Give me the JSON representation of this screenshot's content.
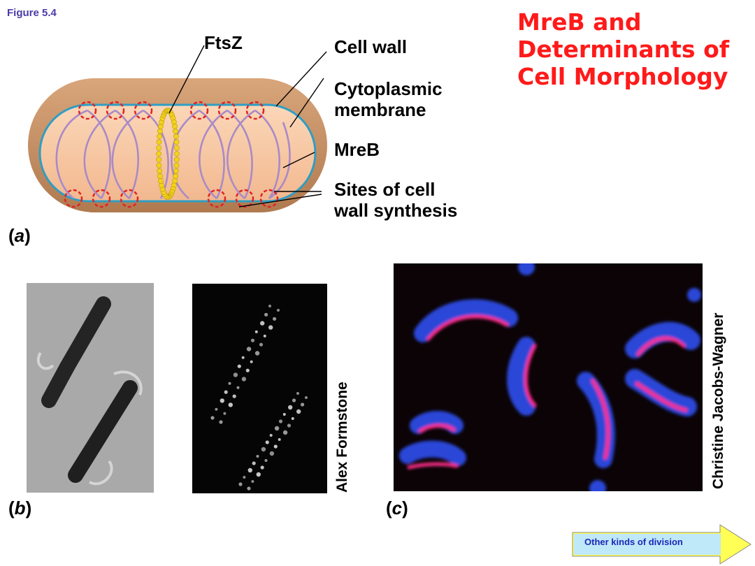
{
  "figure_label": "Figure 5.4",
  "title": {
    "line1": "MreB and",
    "line2": "Determinants of",
    "line3": "Cell Morphology"
  },
  "diagram": {
    "labels": {
      "ftsz": "FtsZ",
      "cell_wall": "Cell wall",
      "membrane_line1": "Cytoplasmic",
      "membrane_line2": "membrane",
      "mreb": "MreB",
      "sites_line1": "Sites of cell",
      "sites_line2": "wall synthesis"
    }
  },
  "panels": {
    "a": "a",
    "b": "b",
    "c": "c"
  },
  "credits": {
    "b": "Alex Formstone",
    "c": "Christine Jacobs-Wagner"
  },
  "nav": {
    "next_label": "Other kinds of division"
  },
  "colors": {
    "title": "#ff1a1a",
    "figure_label": "#4a3aa8",
    "cell_wall": "#c99368",
    "cytoplasm": "#f7c8a2",
    "membrane": "#2e9ec4",
    "mreb": "#a98ac8",
    "ftsz": "#f2d21b",
    "synthesis_sites": "#e02424",
    "nav_arrow": "#ffff55",
    "nav_button": "#bfe8f8"
  }
}
